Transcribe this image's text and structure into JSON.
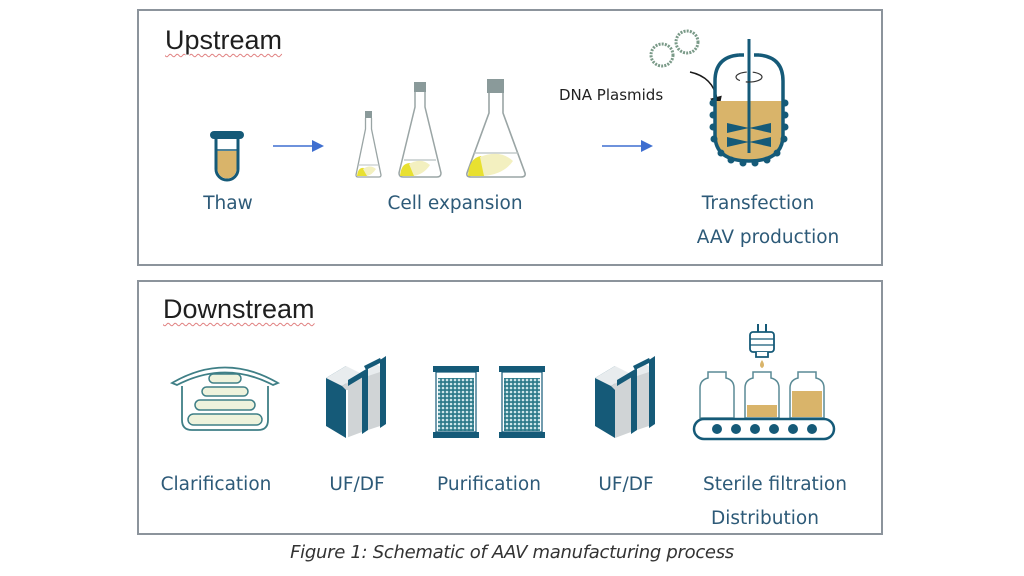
{
  "upstream": {
    "title": "Upstream",
    "steps": [
      {
        "label": "Thaw",
        "icon": "test-tube-icon"
      },
      {
        "label": "Cell expansion",
        "icon": "flasks-icon"
      },
      {
        "label_line1": "Transfection",
        "label_line2": "AAV production",
        "icon": "bioreactor-icon"
      }
    ],
    "annotation": "DNA Plasmids"
  },
  "downstream": {
    "title": "Downstream",
    "steps": [
      {
        "label": "Clarification",
        "icon": "centrifuge-icon"
      },
      {
        "label": "UF/DF",
        "icon": "filter-cassette-icon"
      },
      {
        "label": "Purification",
        "icon": "chromatography-columns-icon"
      },
      {
        "label": "UF/DF",
        "icon": "filter-cassette-icon"
      },
      {
        "label_line1": "Sterile filtration",
        "label_line2": "Distribution",
        "icon": "vial-filling-icon"
      }
    ]
  },
  "caption": "Figure 1: Schematic of AAV manufacturing process",
  "colors": {
    "primary_teal": "#155a78",
    "label_blue": "#2d5a78",
    "fill_gold": "#d9b46a",
    "arrow_blue": "#3f6fd0",
    "flask_yellow": "#e8e030",
    "border_gray": "#8c949c"
  }
}
